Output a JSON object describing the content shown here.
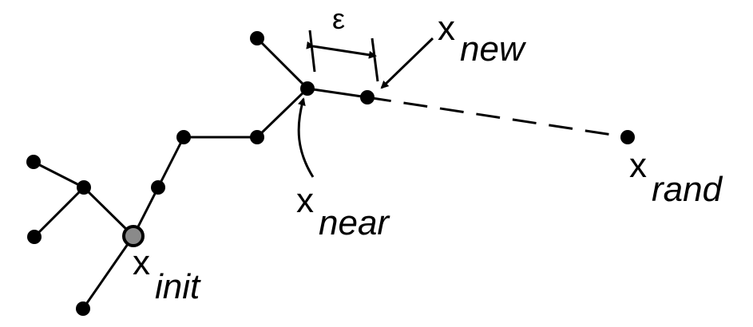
{
  "labels": {
    "epsilon": "ε",
    "x_init": {
      "base": "x",
      "sub": "init"
    },
    "x_near": {
      "base": "x",
      "sub": "near"
    },
    "x_new": {
      "base": "x",
      "sub": "new"
    },
    "x_rand": {
      "base": "x",
      "sub": "rand"
    }
  },
  "colors": {
    "ink": "#000000",
    "root_fill": "#8a8a8a",
    "background": "#ffffff"
  }
}
